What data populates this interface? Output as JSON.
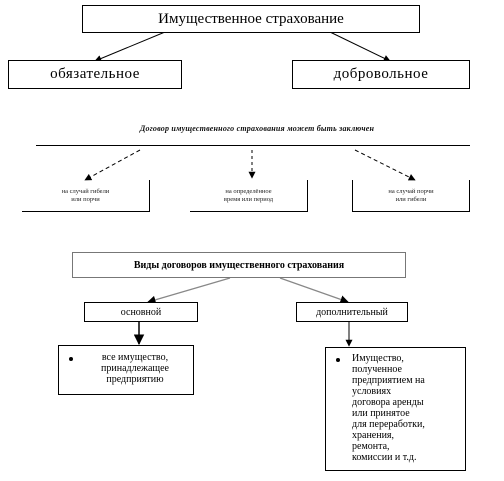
{
  "top": {
    "title": "Имущественное страхование",
    "left": "обязательное",
    "right": "добровольное",
    "note": "Договор имущественного страхования может быть заключен",
    "sub_boxes": [
      "на случай гибели\nили порчи",
      "на определённое\nвремя или период",
      "на случай порчи\nили гибели"
    ]
  },
  "bottom": {
    "title": "Виды договоров имущественного страхования",
    "left": "основной",
    "right": "дополнительный",
    "left_items": [
      "все имущество,\nпринадлежащее\nпредприятию"
    ],
    "right_items": [
      "Имущество,\nполученное\nпредприятием на\nусловиях\nдоговора аренды\nили принятое\nдля переработки,\nхранения,\nремонта,\nкомиссии и т.д."
    ]
  }
}
